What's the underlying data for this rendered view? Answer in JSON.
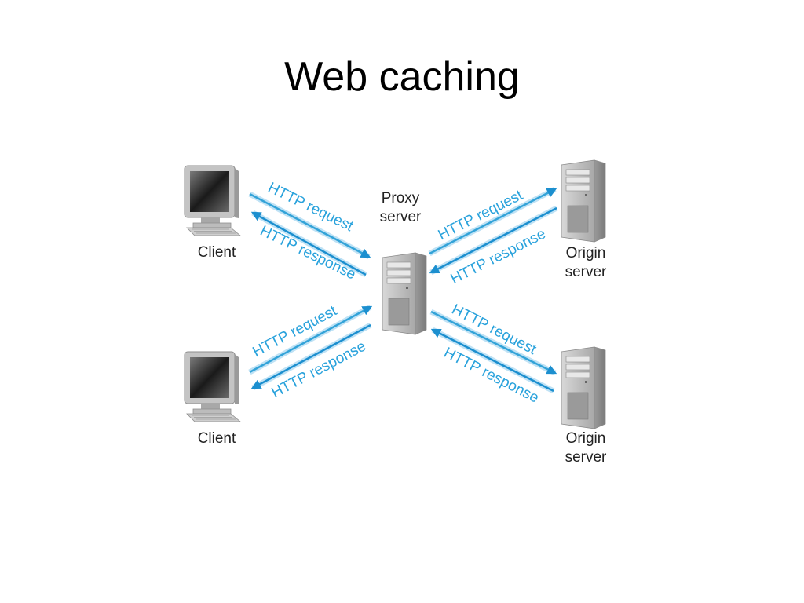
{
  "slide": {
    "title": "Web caching"
  },
  "colors": {
    "arrow_request": "#33a3d8",
    "arrow_response": "#1c8fcf",
    "arrow_shadow": "#bfe2f5",
    "label_text": "#29a2dc"
  },
  "nodes": {
    "client_top": {
      "label": "Client",
      "icon": "desktop-computer-icon"
    },
    "client_bottom": {
      "label": "Client",
      "icon": "desktop-computer-icon"
    },
    "proxy": {
      "label_line1": "Proxy",
      "label_line2": "server",
      "icon": "server-tower-icon"
    },
    "origin_top": {
      "label_line1": "Origin",
      "label_line2": "server",
      "icon": "server-tower-icon"
    },
    "origin_bottom": {
      "label_line1": "Origin",
      "label_line2": "server",
      "icon": "server-tower-icon"
    }
  },
  "edges": {
    "tl_request": "HTTP request",
    "tl_response": "HTTP response",
    "tr_request": "HTTP request",
    "tr_response": "HTTP response",
    "bl_request": "HTTP request",
    "bl_response": "HTTP response",
    "br_request": "HTTP request",
    "br_response": "HTTP response"
  }
}
